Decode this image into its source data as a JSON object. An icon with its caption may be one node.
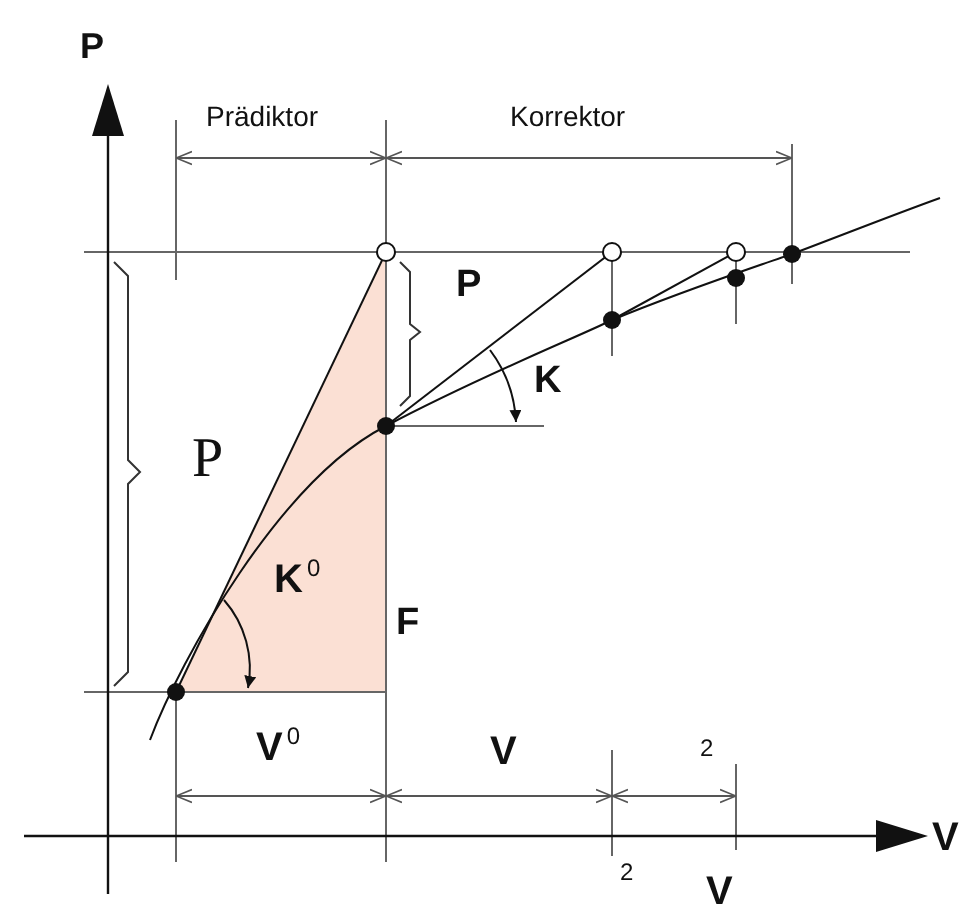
{
  "diagram": {
    "labels": [
      "P",
      "Prädiktor",
      "Korrektor",
      "P",
      "K",
      "P",
      "K$^{0}$",
      "F",
      "V$^{0}$",
      "V",
      "2",
      "V",
      "2",
      "V"
    ]
  }
}
